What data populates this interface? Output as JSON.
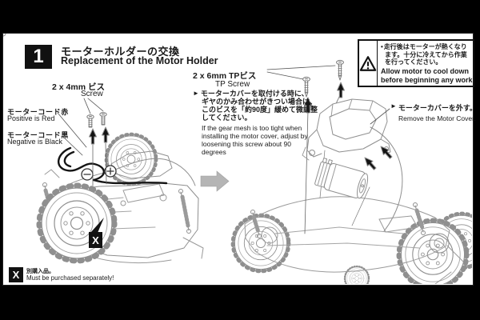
{
  "page": {
    "colors": {
      "background": "#000000",
      "paper": "#ffffff",
      "ink": "#1a1a1a",
      "line_art": "#8f8f8f",
      "transition_arrow_gray": "#b5b5b5"
    },
    "step_header": {
      "number": "1",
      "title_ja": "モーターホルダーの交換",
      "title_en": "Replacement of the Motor Holder"
    },
    "warning_box": {
      "icon": "warning-triangle-icon",
      "bullet": "•",
      "ja_lines": [
        "走行後はモーターが熱くなり",
        "ます。十分に冷えてから作業",
        "を行ってください。"
      ],
      "en_lines": [
        "Allow motor to cool down",
        "before beginning any work."
      ]
    },
    "left_diagram": {
      "screw_callout_ja": "2 x 4mm ビス",
      "screw_callout_en": "Screw",
      "cord_red_ja": "モーターコード赤",
      "cord_red_en": "Positive is Red",
      "cord_black_ja": "モーターコード黒",
      "cord_black_en": "Negative is Black",
      "x_badge": "X"
    },
    "right_diagram": {
      "pointer": "►",
      "tp_screw_callout_ja": "2 x 6mm TPビス",
      "tp_screw_callout_en": "TP Screw",
      "gear_note_ja_lines": [
        "モーターカバーを取付ける時に、",
        "ギヤのかみ合わせがきつい場合は、",
        "このビスを「約90度」緩めて微調整",
        "してください。"
      ],
      "gear_note_en_lines": [
        "If the gear mesh is too tight when",
        "installing the motor cover, adjust by",
        "loosening this screw about 90",
        "degrees"
      ],
      "remove_cover_ja": "モーターカバーを外す。",
      "remove_cover_en": "Remove the Motor Cover."
    },
    "legend": {
      "badge": "X",
      "ja": "別購入品。",
      "en": "Must be purchased separately!"
    }
  }
}
